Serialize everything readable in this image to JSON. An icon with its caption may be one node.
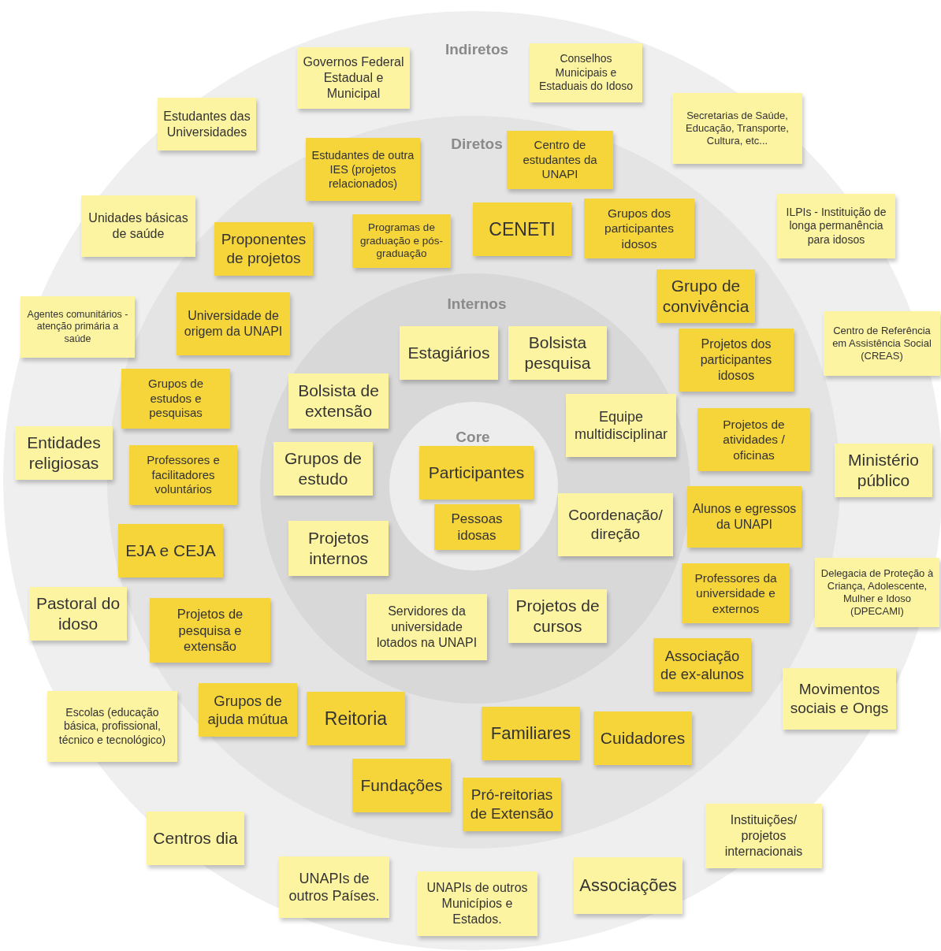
{
  "diagram": {
    "nodes": [
      {
        "text": [
          "Indiretos"
        ]
      },
      {
        "text": [
          "Diretos"
        ],
        "in": 0
      },
      {
        "text": [
          "Internos"
        ],
        "in": 1
      },
      {
        "text": [
          "Core"
        ],
        "in": 2
      },
      {
        "text": [
          "Governos Federal Estadual e Municipal"
        ],
        "in": 0
      },
      {
        "text": [
          "Conselhos Municipais e Estaduais do Idoso"
        ],
        "in": 0
      },
      {
        "text": [
          "Secretarias de Saúde, Educação, Transporte, Cultura, etc..."
        ],
        "in": 0
      },
      {
        "text": [
          "Estudantes das Universidades"
        ],
        "in": 0
      },
      {
        "text": [
          "Unidades básicas de saúde"
        ],
        "in": 0
      },
      {
        "text": [
          "ILPIs - Instituição de longa permanência para idosos"
        ],
        "in": 0
      },
      {
        "text": [
          "Agentes comunitários - atenção primária a saúde"
        ],
        "in": 0
      },
      {
        "text": [
          "Centro de Referência em Assistência Social (CREAS)"
        ],
        "in": 0
      },
      {
        "text": [
          "Entidades religiosas"
        ],
        "in": 0
      },
      {
        "text": [
          "Ministério público"
        ],
        "in": 0
      },
      {
        "text": [
          "Pastoral do idoso"
        ],
        "in": 0
      },
      {
        "text": [
          "Delegacia de Proteção à Criança, Adolescente, Mulher e Idoso (DPECAMI)"
        ],
        "in": 0
      },
      {
        "text": [
          "Escolas (educação básica, profissional, técnico e tecnológico)"
        ],
        "in": 0
      },
      {
        "text": [
          "Movimentos sociais e Ongs"
        ],
        "in": 0
      },
      {
        "text": [
          "Centros dia"
        ],
        "in": 0
      },
      {
        "text": [
          "Instituições/ projetos internacionais"
        ],
        "in": 0
      },
      {
        "text": [
          "UNAPIs de outros Países."
        ],
        "in": 0
      },
      {
        "text": [
          "UNAPIs de outros Municípios e Estados."
        ],
        "in": 0
      },
      {
        "text": [
          "Associações"
        ],
        "in": 0
      },
      {
        "text": [
          "Estudantes de outra IES (projetos relacionados)"
        ],
        "in": 1
      },
      {
        "text": [
          "Centro de estudantes da UNAPI"
        ],
        "in": 1
      },
      {
        "text": [
          "Proponentes de projetos"
        ],
        "in": 1
      },
      {
        "text": [
          "Programas de graduação e pós-graduação"
        ],
        "in": 1
      },
      {
        "text": [
          "CENETI"
        ],
        "in": 1
      },
      {
        "text": [
          "Grupos dos participantes idosos"
        ],
        "in": 1
      },
      {
        "text": [
          "Grupo de convivência"
        ],
        "in": 1
      },
      {
        "text": [
          "Universidade de origem da UNAPI"
        ],
        "in": 1
      },
      {
        "text": [
          "Projetos dos participantes idosos"
        ],
        "in": 1
      },
      {
        "text": [
          "Grupos de estudos e pesquisas"
        ],
        "in": 1
      },
      {
        "text": [
          "Projetos de atividades / oficinas"
        ],
        "in": 1
      },
      {
        "text": [
          "Professores e facilitadores voluntários"
        ],
        "in": 1
      },
      {
        "text": [
          "Alunos e egressos da UNAPI"
        ],
        "in": 1
      },
      {
        "text": [
          "EJA e CEJA"
        ],
        "in": 1
      },
      {
        "text": [
          "Professores da universidade e externos"
        ],
        "in": 1
      },
      {
        "text": [
          "Projetos de pesquisa e extensão"
        ],
        "in": 1
      },
      {
        "text": [
          "Associação de ex-alunos"
        ],
        "in": 1
      },
      {
        "text": [
          "Grupos de ajuda mútua"
        ],
        "in": 1
      },
      {
        "text": [
          "Reitoria"
        ],
        "in": 1
      },
      {
        "text": [
          "Familiares"
        ],
        "in": 1
      },
      {
        "text": [
          "Cuidadores"
        ],
        "in": 1
      },
      {
        "text": [
          "Fundações"
        ],
        "in": 1
      },
      {
        "text": [
          "Pró-reitorias de Extensão"
        ],
        "in": 1
      },
      {
        "text": [
          "Estagiários"
        ],
        "in": 2
      },
      {
        "text": [
          "Bolsista pesquisa"
        ],
        "in": 2
      },
      {
        "text": [
          "Bolsista de extensão"
        ],
        "in": 2
      },
      {
        "text": [
          "Equipe multidisciplinar"
        ],
        "in": 2
      },
      {
        "text": [
          "Grupos de estudo"
        ],
        "in": 2
      },
      {
        "text": [
          "Coordenação/ direção"
        ],
        "in": 2
      },
      {
        "text": [
          "Projetos internos"
        ],
        "in": 2
      },
      {
        "text": [
          "Servidores da universidade lotados na UNAPI"
        ],
        "in": 2
      },
      {
        "text": [
          "Projetos de cursos"
        ],
        "in": 2
      },
      {
        "text": [
          "Participantes"
        ],
        "in": 3
      },
      {
        "text": [
          "Pessoas idosas"
        ],
        "in": 3
      }
    ]
  }
}
